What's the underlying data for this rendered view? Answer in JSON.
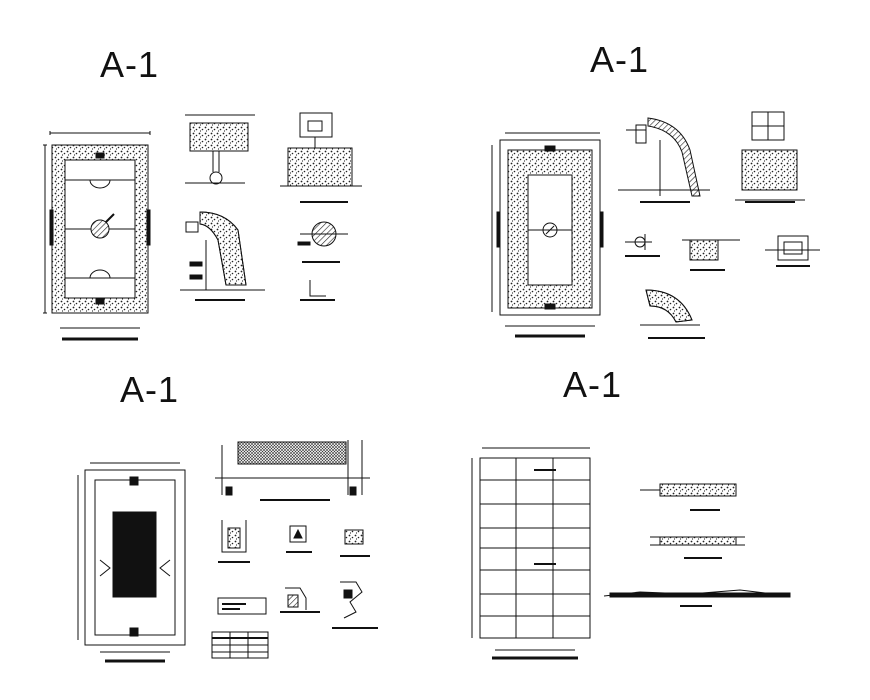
{
  "sheet": {
    "labels": [
      "A-1",
      "A-1",
      "A-1",
      "A-1"
    ]
  }
}
